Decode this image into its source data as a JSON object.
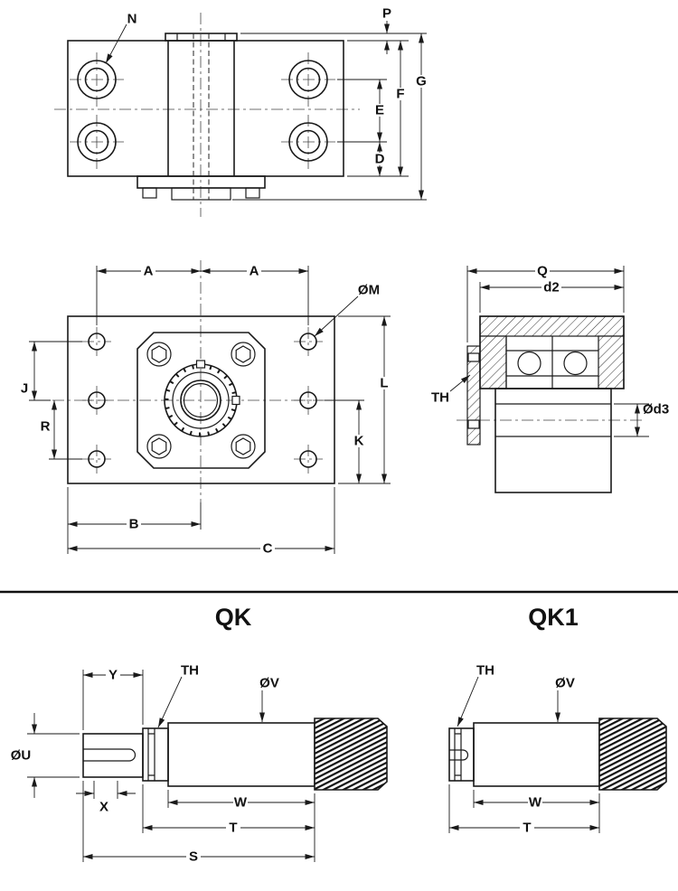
{
  "meta": {
    "background": "#ffffff",
    "ink": "#1a1a1a"
  },
  "top_view": {
    "labels": {
      "n": "N",
      "p": "P",
      "g": "G",
      "f": "F",
      "e": "E",
      "d": "D"
    }
  },
  "front_view": {
    "labels": {
      "a_left": "A",
      "a_right": "A",
      "dia_m": "ØM",
      "j": "J",
      "r": "R",
      "b": "B",
      "c": "C",
      "l": "L",
      "k": "K"
    }
  },
  "section_view": {
    "labels": {
      "q": "Q",
      "d2": "d2",
      "th": "TH",
      "dia_d3": "Ød3"
    }
  },
  "shafts": {
    "qk": {
      "title": "QK",
      "labels": {
        "y": "Y",
        "th": "TH",
        "dia_v": "ØV",
        "dia_u": "ØU",
        "x": "X",
        "w": "W",
        "t": "T",
        "s": "S"
      }
    },
    "qk1": {
      "title": "QK1",
      "labels": {
        "th": "TH",
        "dia_v": "ØV",
        "w": "W",
        "t": "T"
      }
    }
  }
}
